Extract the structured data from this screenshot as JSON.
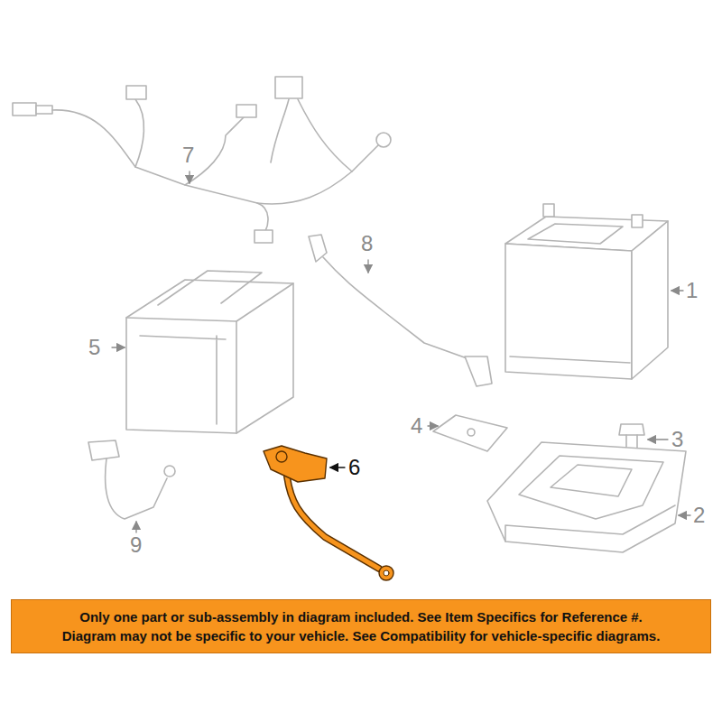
{
  "diagram": {
    "nodes": [
      {
        "text": [
          "Only one part or sub-assembly in diagram included. See Item Specifics for Reference #.",
          "Diagram may not be specific to your vehicle. See Compatibility for vehicle-specific diagrams."
        ]
      }
    ],
    "labels": [
      "7",
      "8",
      "1",
      "5",
      "4",
      "3",
      "6",
      "2",
      "9"
    ]
  }
}
